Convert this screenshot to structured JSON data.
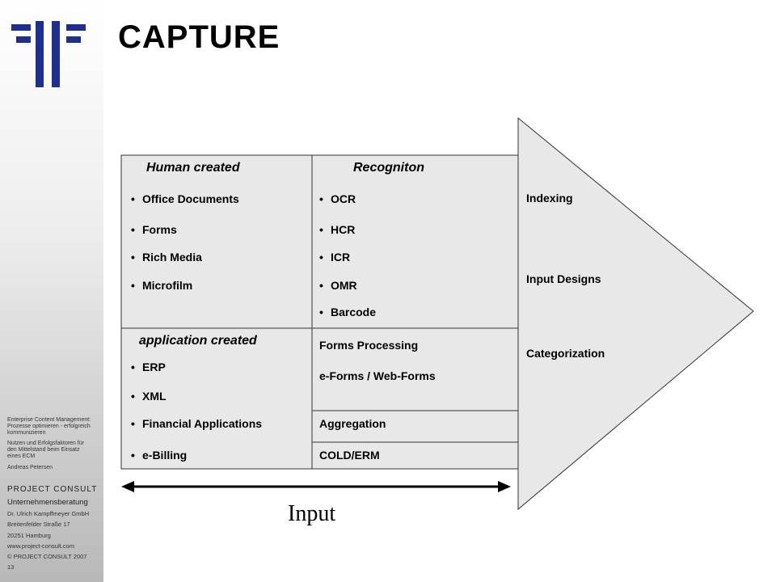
{
  "title": "CAPTURE",
  "sidebar": {
    "desc_lines": [
      "Enterprise Content Management:",
      "Prozesse optimieren - erfolgreich",
      "kommunizieren",
      "Nutzen und Erfolgsfaktoren für",
      "den Mittelstand beim Einsatz",
      "eines ECM",
      "Andreas Petersen"
    ],
    "company": "PROJECT CONSULT",
    "company_sub": "Unternehmensberatung",
    "address_lines": [
      "Dr. Ulrich Kampffmeyer GmbH",
      "Breitenfelder Straße 17",
      "20251 Hamburg",
      "www.project-consult.com",
      "© PROJECT CONSULT 2007"
    ],
    "page_number": "13"
  },
  "table": {
    "human_created": {
      "heading": "Human created",
      "items": [
        "Office Documents",
        "Forms",
        "Rich Media",
        "Microfilm"
      ]
    },
    "recognition": {
      "heading": "Recogniton",
      "items": [
        "OCR",
        "HCR",
        "ICR",
        "OMR",
        "Barcode"
      ]
    },
    "application_created": {
      "heading": "application created",
      "items": [
        "ERP",
        "XML",
        "Financial Applications",
        "e-Billing"
      ]
    },
    "processing": [
      "Forms Processing",
      "e-Forms / Web-Forms"
    ],
    "aggregation": "Aggregation",
    "cold": "COLD/ERM"
  },
  "arrow_items": [
    "Indexing",
    "Input Designs",
    "Categorization"
  ],
  "input_label": "Input"
}
